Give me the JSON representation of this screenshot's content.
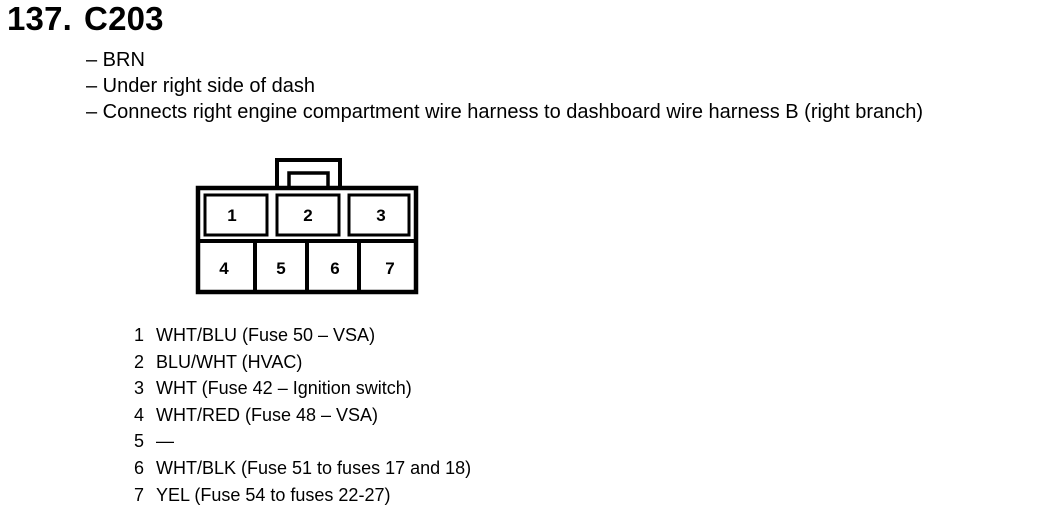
{
  "header": {
    "number": "137.",
    "connector_id": "C203"
  },
  "details": [
    "– BRN",
    "– Under right side of dash",
    "– Connects right engine compartment wire harness to dashboard wire harness B (right branch)"
  ],
  "connector": {
    "cavities": [
      "1",
      "2",
      "3",
      "4",
      "5",
      "6",
      "7"
    ]
  },
  "pins": [
    {
      "num": "1",
      "desc": "WHT/BLU (Fuse 50 – VSA)"
    },
    {
      "num": "2",
      "desc": "BLU/WHT (HVAC)"
    },
    {
      "num": "3",
      "desc": "WHT (Fuse 42 – Ignition switch)"
    },
    {
      "num": "4",
      "desc": "WHT/RED (Fuse 48 – VSA)"
    },
    {
      "num": "5",
      "desc": "—"
    },
    {
      "num": "6",
      "desc": "WHT/BLK (Fuse 51 to fuses 17 and 18)"
    },
    {
      "num": "7",
      "desc": "YEL (Fuse 54 to fuses 22-27)"
    }
  ]
}
